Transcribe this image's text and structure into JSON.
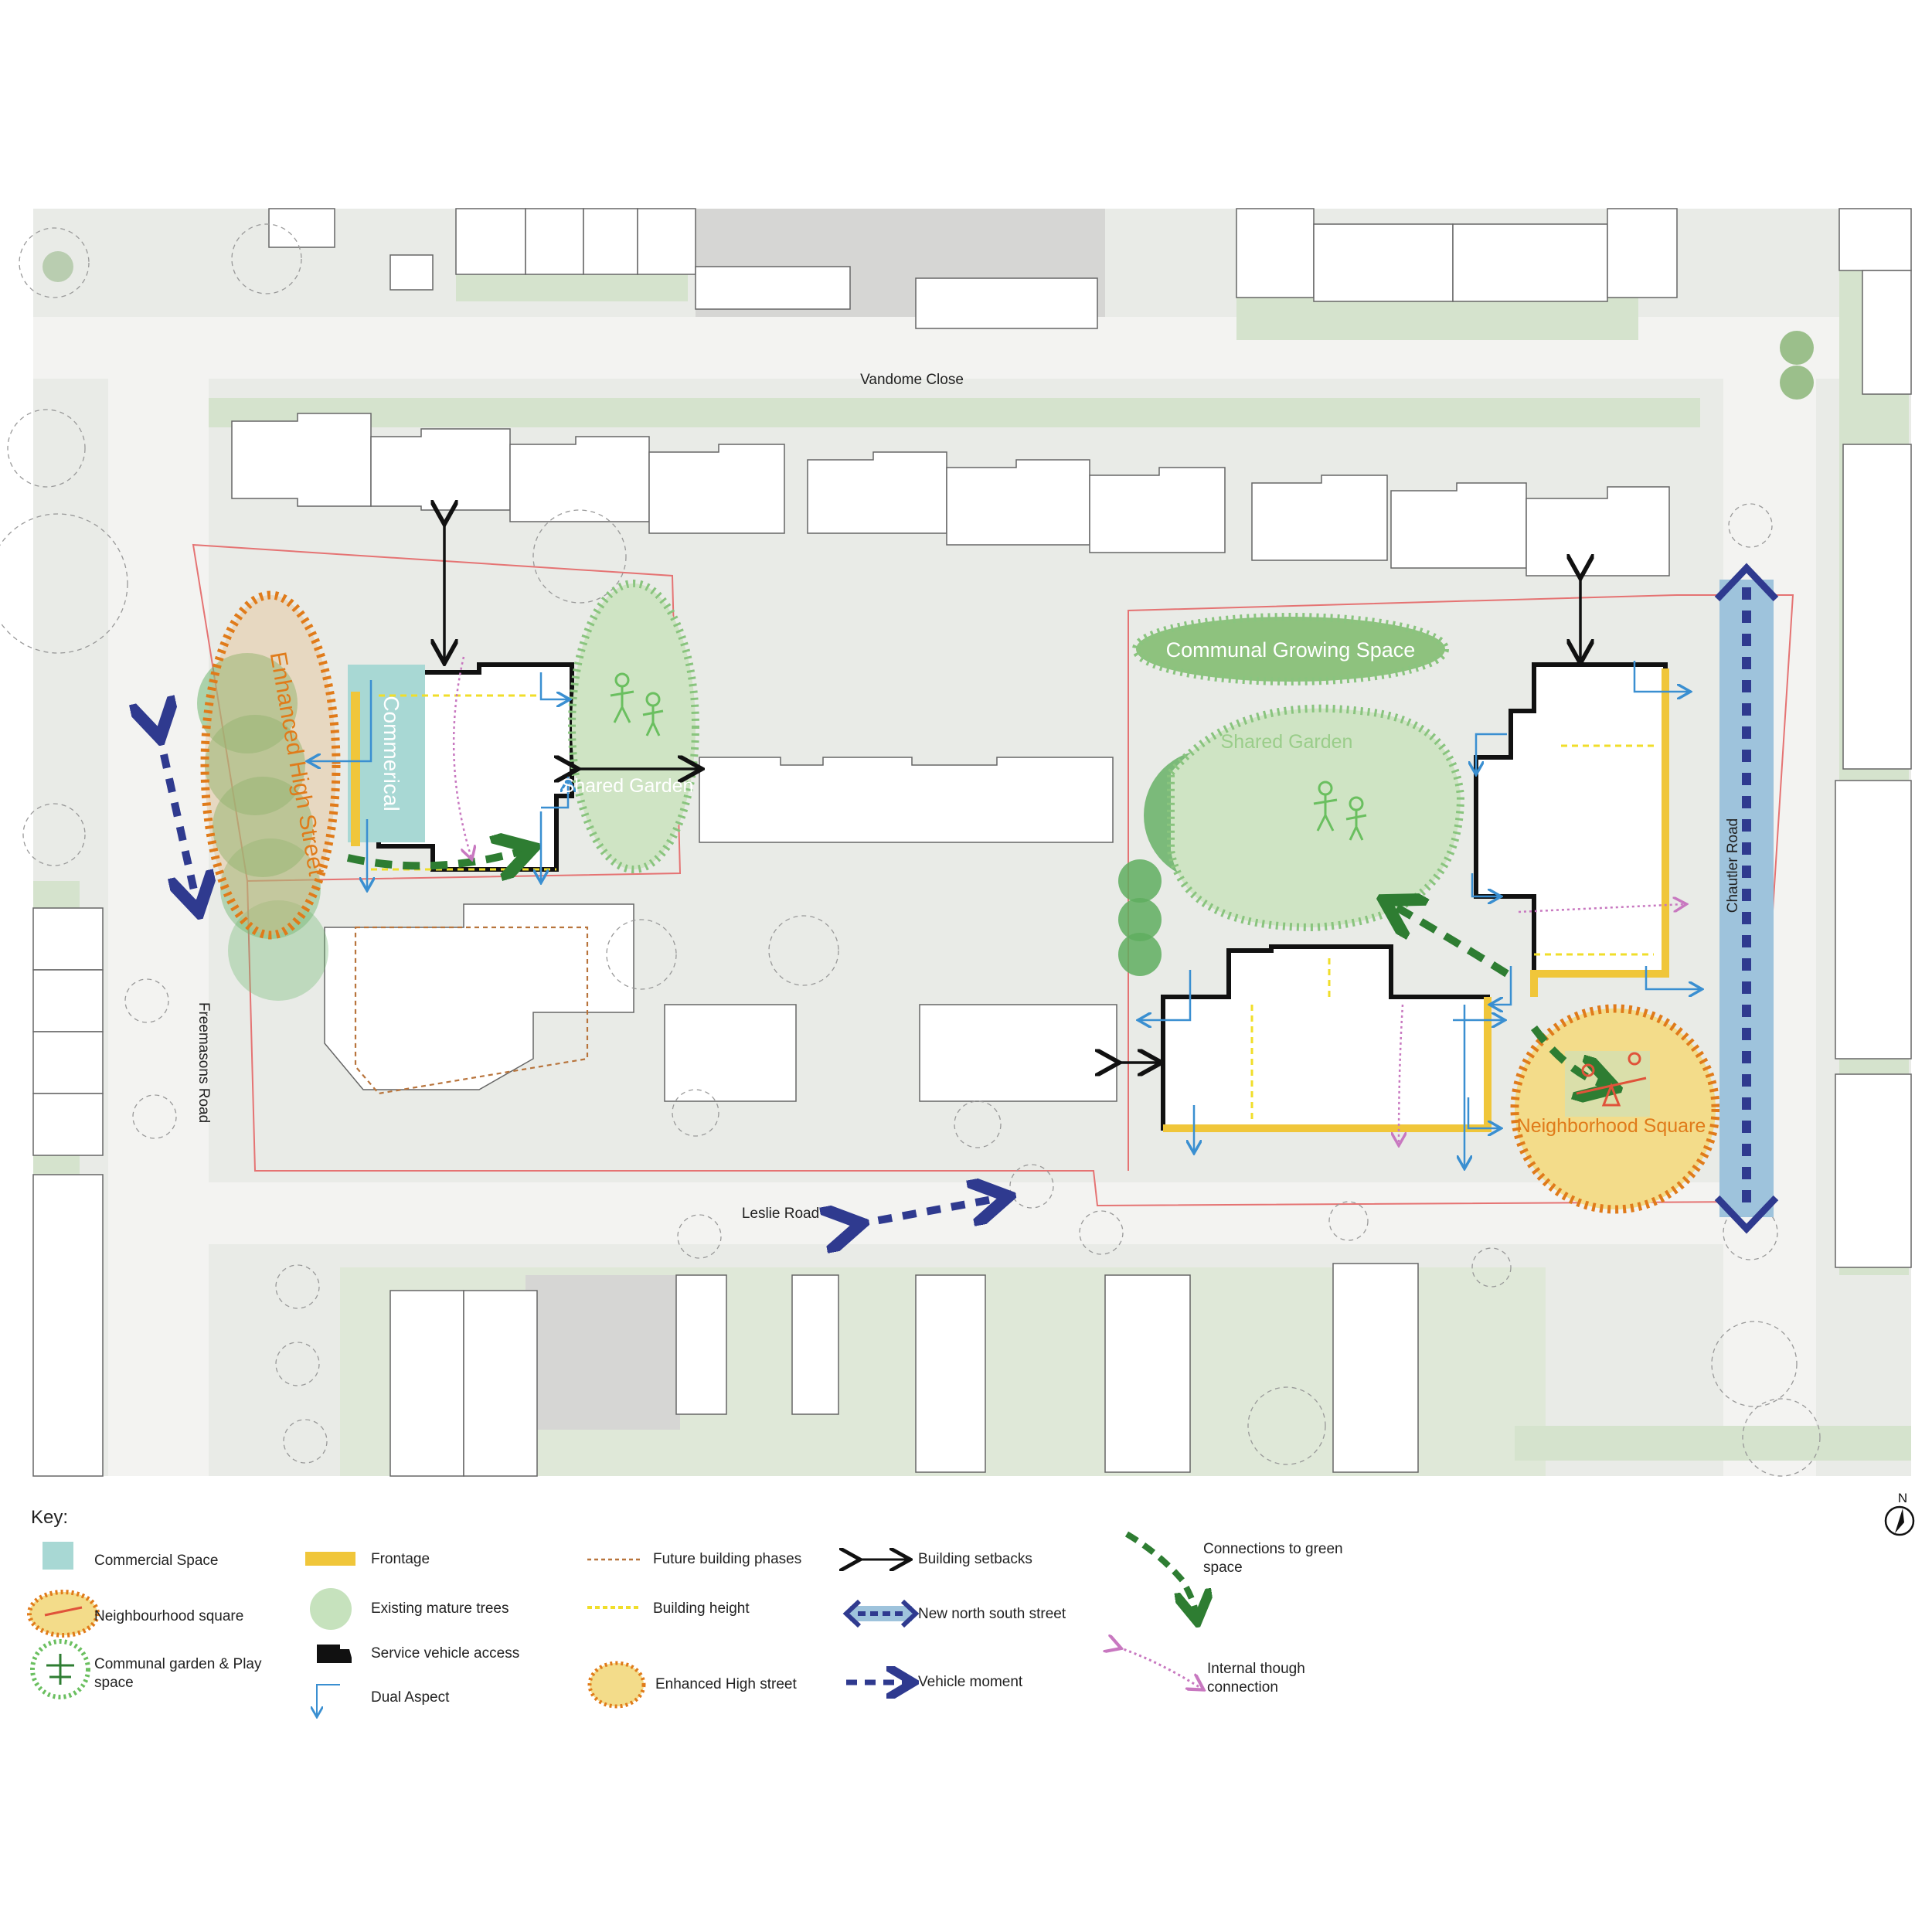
{
  "streets": {
    "north": "Vandome Close",
    "south": "Leslie Road",
    "west": "Freemasons Road",
    "east": "Chautler Road"
  },
  "zones": {
    "high_street": "Enhanced High Street",
    "commercial": "Commerical",
    "shared_garden_west": "Shared Garden",
    "growing_space": "Communal Growing Space",
    "shared_garden_east": "Shared Garden",
    "square": "Neighborhood Square"
  },
  "north_arrow": "N",
  "colors": {
    "commercial": "#a8d8d4",
    "frontage": "#f0c63a",
    "trees": "#6fb66f",
    "dual_aspect": "#3a8fd1",
    "street_new": "#9ec3dc",
    "vehicle": "#2f3a8f",
    "future_phase": "#b8743c",
    "building_height": "#f0de2a",
    "green_connection": "#2e7d32",
    "internal_connection": "#c878c0",
    "square_fill": "#f3dc8a",
    "square_border": "#e07b1a"
  },
  "key": {
    "title": "Key:",
    "items": [
      {
        "icon": "commercial-space-swatch",
        "label": "Commercial Space"
      },
      {
        "icon": "neighbourhood-square-icon",
        "label": "Neighbourhood square"
      },
      {
        "icon": "communal-garden-icon",
        "label": "Communal garden & Play space"
      },
      {
        "icon": "frontage-swatch",
        "label": "Frontage"
      },
      {
        "icon": "mature-tree-swatch",
        "label": "Existing mature trees"
      },
      {
        "icon": "service-vehicle-icon",
        "label": "Service vehicle access"
      },
      {
        "icon": "dual-aspect-icon",
        "label": "Dual Aspect"
      },
      {
        "icon": "future-phase-line",
        "label": "Future building phases"
      },
      {
        "icon": "building-height-line",
        "label": "Building height"
      },
      {
        "icon": "high-street-icon",
        "label": "Enhanced High street"
      },
      {
        "icon": "setback-arrow-icon",
        "label": "Building setbacks"
      },
      {
        "icon": "north-south-street-icon",
        "label": "New north south street"
      },
      {
        "icon": "vehicle-movement-icon",
        "label": "Vehicle moment"
      },
      {
        "icon": "green-connection-icon",
        "label": "Connections to green space"
      },
      {
        "icon": "internal-connection-icon",
        "label": "Internal though connection"
      }
    ]
  }
}
